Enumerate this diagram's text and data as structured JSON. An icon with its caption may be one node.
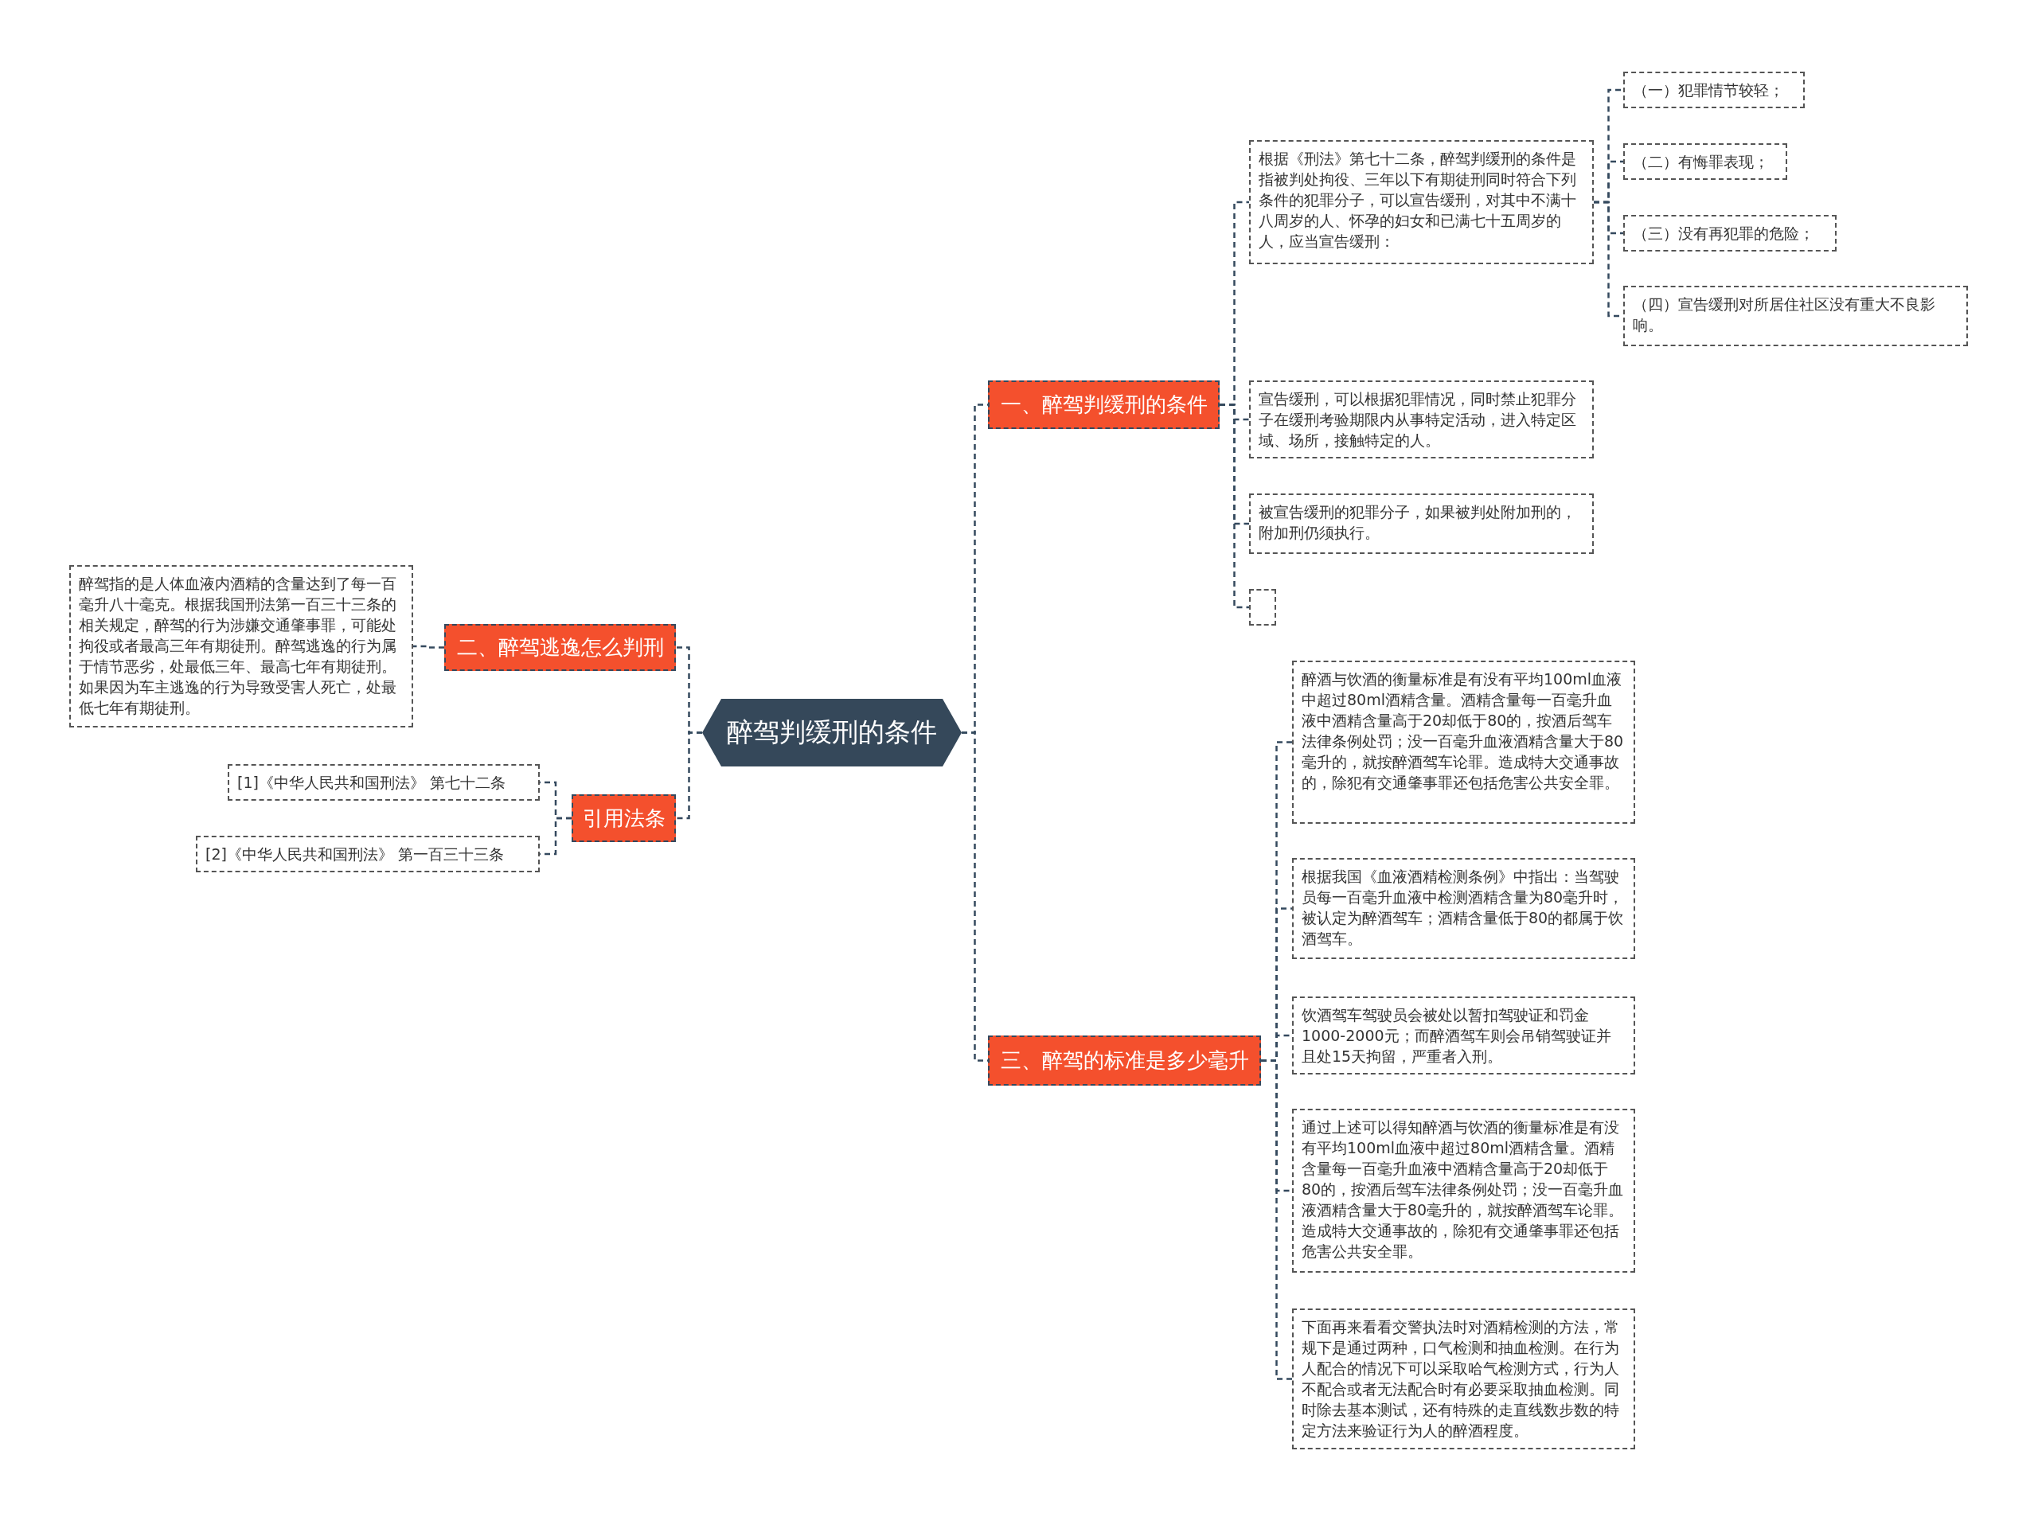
{
  "diagram": {
    "nodes": [
      {
        "text": [
          "醉驾判缓刑的条件"
        ]
      },
      {
        "text": [
          "一、醉驾判缓刑的条件"
        ]
      },
      {
        "text": [
          "根据《刑法》第七十二条，醉驾判缓刑的条件是指被判处拘役、三年以下有期徒刑同时符合下列条件的犯罪分子，可以宣告缓刑，对其中不满十八周岁的人、怀孕的妇女和已满七十五周岁的人，应当宣告缓刑："
        ]
      },
      {
        "text": [
          "（一）犯罪情节较轻；"
        ]
      },
      {
        "text": [
          "（二）有悔罪表现；"
        ]
      },
      {
        "text": [
          "（三）没有再犯罪的危险；"
        ]
      },
      {
        "text": [
          "（四）宣告缓刑对所居住社区没有重大不良影响。"
        ]
      },
      {
        "text": [
          "宣告缓刑，可以根据犯罪情况，同时禁止犯罪分子在缓刑考验期限内从事特定活动，进入特定区域、场所，接触特定的人。"
        ]
      },
      {
        "text": [
          "被宣告缓刑的犯罪分子，如果被判处附加刑的，附加刑仍须执行。"
        ]
      },
      {
        "text": [],
        "shape": "box"
      },
      {
        "text": [
          "三、醉驾的标准是多少毫升"
        ]
      },
      {
        "text": [
          "醉酒与饮酒的衡量标准是有没有平均100ml血液中超过80ml酒精含量。酒精含量每一百毫升血液中酒精含量高于20却低于80的，按酒后驾车法律条例处罚；没一百毫升血液酒精含量大于80毫升的，就按醉酒驾车论罪。造成特大交通事故的，除犯有交通肇事罪还包括危害公共安全罪。"
        ]
      },
      {
        "text": [
          "根据我国《血液酒精检测条例》中指出：当驾驶员每一百毫升血液中检测酒精含量为80毫升时，被认定为醉酒驾车；酒精含量低于80的都属于饮酒驾车。"
        ]
      },
      {
        "text": [
          "饮酒驾车驾驶员会被处以暂扣驾驶证和罚金1000-2000元；而醉酒驾车则会吊销驾驶证并且处15天拘留，严重者入刑。"
        ]
      },
      {
        "text": [
          "通过上述可以得知醉酒与饮酒的衡量标准是有没有平均100ml血液中超过80ml酒精含量。酒精含量每一百毫升血液中酒精含量高于20却低于80的，按酒后驾车法律条例处罚；没一百毫升血液酒精含量大于80毫升的，就按醉酒驾车论罪。造成特大交通事故的，除犯有交通肇事罪还包括危害公共安全罪。"
        ]
      },
      {
        "text": [
          "下面再来看看交警执法时对酒精检测的方法，常规下是通过两种，口气检测和抽血检测。在行为人配合的情况下可以采取哈气检测方式，行为人不配合或者无法配合时有必要采取抽血检测。同时除去基本测试，还有特殊的走直线数步数的特定方法来验证行为人的醉酒程度。"
        ]
      },
      {
        "text": [
          "二、醉驾逃逸怎么判刑"
        ]
      },
      {
        "text": [
          "醉驾指的是人体血液内酒精的含量达到了每一百毫升八十毫克。根据我国刑法第一百三十三条的相关规定，醉驾的行为涉嫌交通肇事罪，可能处拘役或者最高三年有期徒刑。醉驾逃逸的行为属于情节恶劣，处最低三年、最高七年有期徒刑。如果因为车主逃逸的行为导致受害人死亡，处最低七年有期徒刑。"
        ]
      },
      {
        "text": [
          "引用法条"
        ]
      },
      {
        "text": [
          "[1]《中华人民共和国刑法》 第七十二条"
        ]
      },
      {
        "text": [
          "[2]《中华人民共和国刑法》 第一百三十三条"
        ]
      }
    ],
    "edges": [
      {
        "from": 0,
        "to": 1,
        "arrow": "none"
      },
      {
        "from": 1,
        "to": 2,
        "arrow": "none"
      },
      {
        "from": 2,
        "to": 3,
        "arrow": "none"
      },
      {
        "from": 2,
        "to": 4,
        "arrow": "none"
      },
      {
        "from": 2,
        "to": 5,
        "arrow": "none"
      },
      {
        "from": 2,
        "to": 6,
        "arrow": "none"
      },
      {
        "from": 1,
        "to": 7,
        "arrow": "none"
      },
      {
        "from": 1,
        "to": 8,
        "arrow": "none"
      },
      {
        "from": 1,
        "to": 9,
        "arrow": "none"
      },
      {
        "from": 0,
        "to": 10,
        "arrow": "none"
      },
      {
        "from": 10,
        "to": 11,
        "arrow": "none"
      },
      {
        "from": 10,
        "to": 12,
        "arrow": "none"
      },
      {
        "from": 10,
        "to": 13,
        "arrow": "none"
      },
      {
        "from": 10,
        "to": 14,
        "arrow": "none"
      },
      {
        "from": 10,
        "to": 15,
        "arrow": "none"
      },
      {
        "from": 0,
        "to": 16,
        "arrow": "none"
      },
      {
        "from": 16,
        "to": 17,
        "arrow": "none"
      },
      {
        "from": 0,
        "to": 18,
        "arrow": "none"
      },
      {
        "from": 18,
        "to": 19,
        "arrow": "none"
      },
      {
        "from": 18,
        "to": 20,
        "arrow": "none"
      }
    ]
  }
}
